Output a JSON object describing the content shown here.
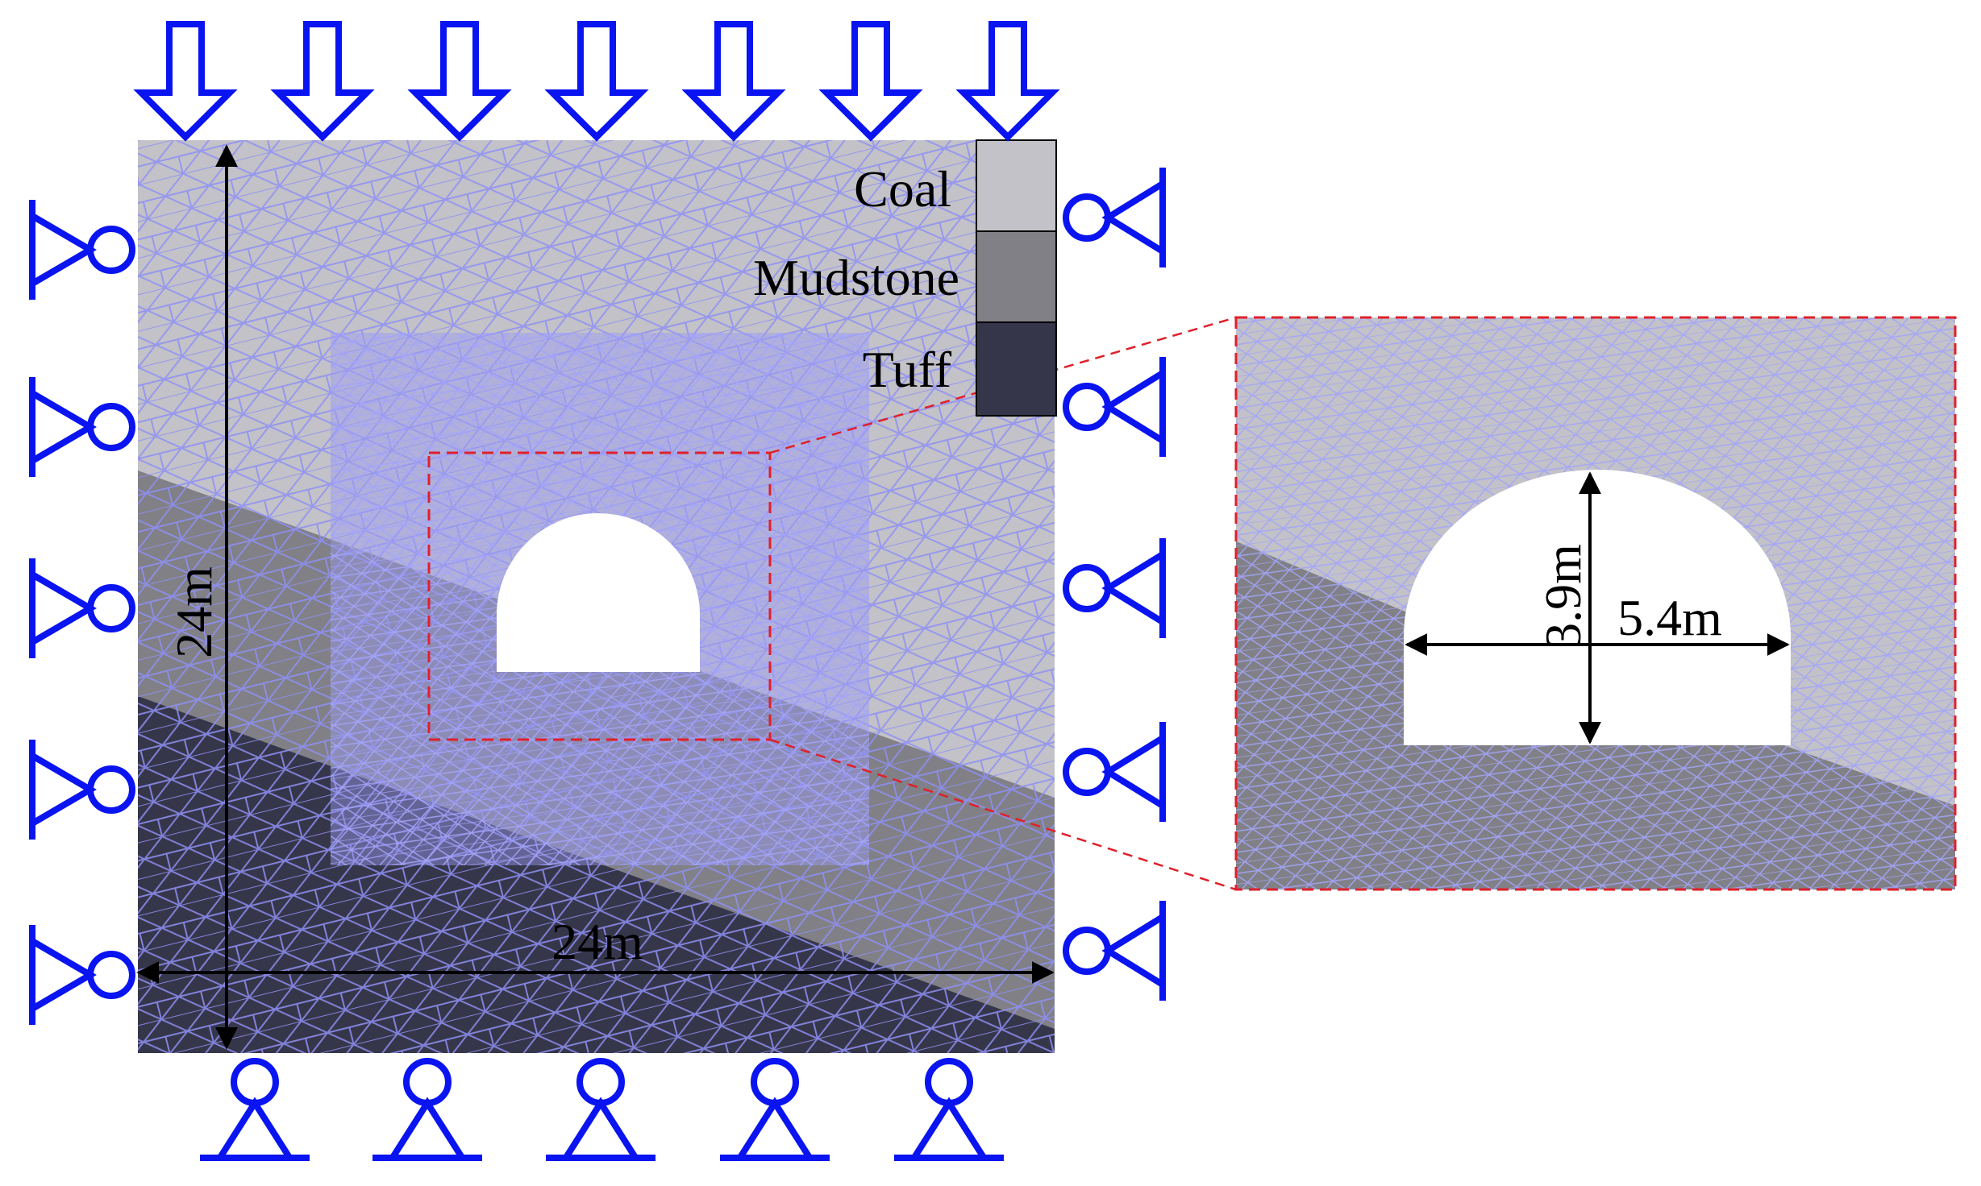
{
  "legend": {
    "items": [
      {
        "label": "Coal",
        "color": "#c2c2c8"
      },
      {
        "label": "Mudstone",
        "color": "#808086"
      },
      {
        "label": "Tuff",
        "color": "#36364a"
      }
    ]
  },
  "dimensions": {
    "model_width": "24m",
    "model_height": "24m",
    "tunnel_width": "5.4m",
    "tunnel_height": "3.9m"
  },
  "colors": {
    "support": "#0a14f0",
    "mesh": "#8f8ff5",
    "mesh_fine": "#a4a4fa",
    "coal": "#c2c2c8",
    "mudstone": "#808086",
    "tuff": "#36364a",
    "detail_box": "#e0202a",
    "arrow": "#000000"
  },
  "icons": {
    "load": "downward-load-arrow-icon",
    "roller_vertical": "roller-support-icon",
    "roller_horizontal": "pin-roller-support-icon"
  }
}
